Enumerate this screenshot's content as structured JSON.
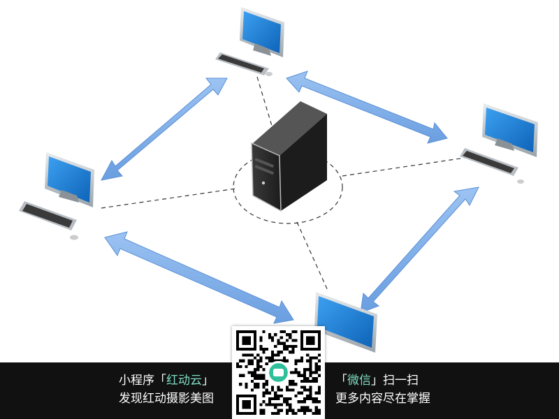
{
  "footer": {
    "left_line1_prefix": "小程序「",
    "left_line1_accent": "红动云",
    "left_line1_suffix": "」",
    "left_line2": "发现红动摄影美图",
    "right_line1_prefix": "「",
    "right_line1_accent": "微信",
    "right_line1_suffix": "」扫一扫",
    "right_line2": "更多内容尽在掌握"
  },
  "colors": {
    "arrow_fill": "#7eaee8",
    "arrow_edge": "#5a8fd6",
    "screen_blue": "#1a7fd4",
    "server_dark": "#2a2a2a",
    "footer_bg": "#111111",
    "accent": "#7fe0c4"
  },
  "qr": {
    "center_icon": "chat-bubble-icon"
  }
}
